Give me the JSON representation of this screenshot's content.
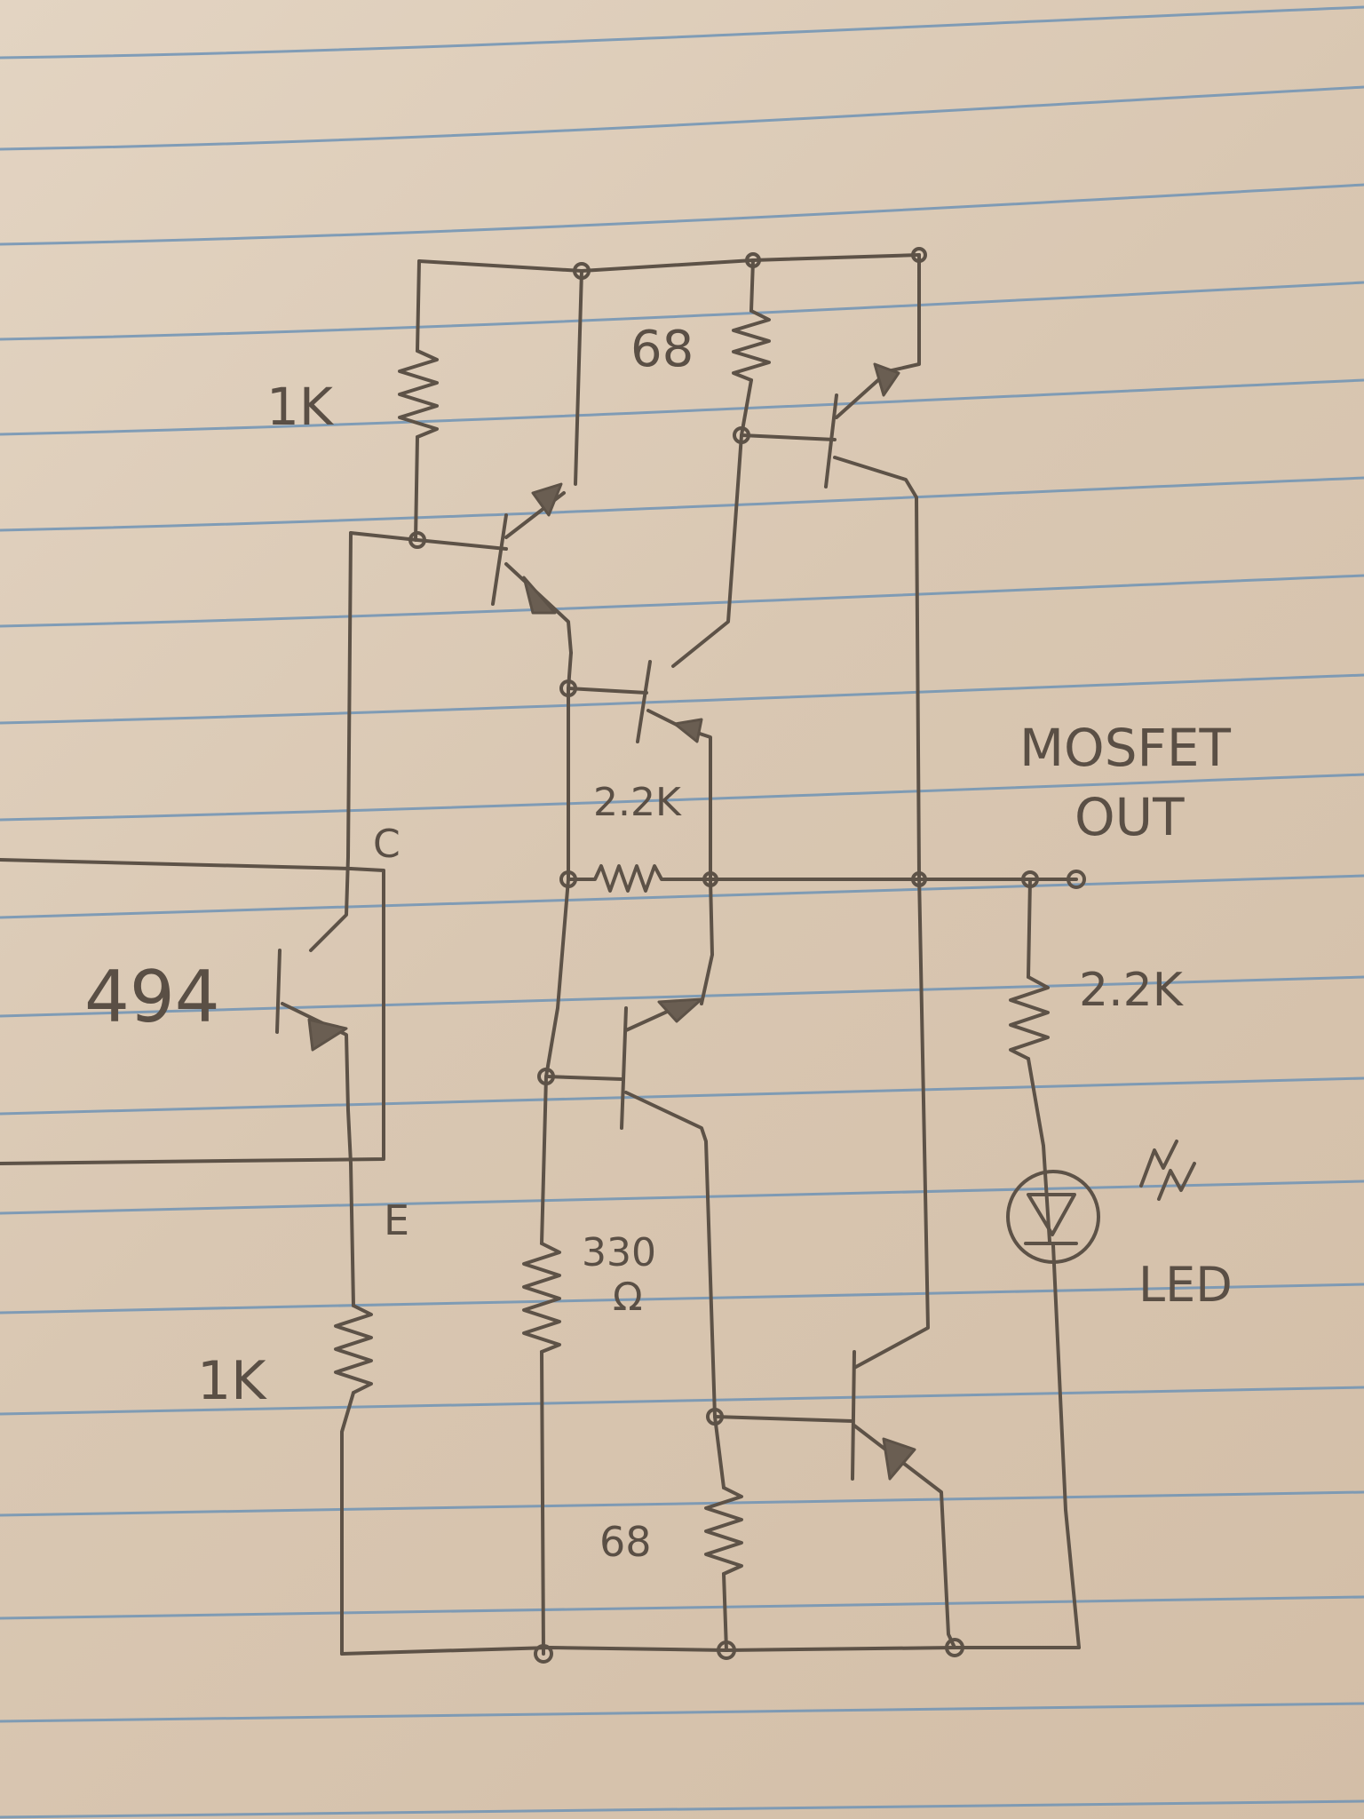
{
  "components": {
    "r_top_left": "1K",
    "r_top_mid": "68",
    "r_mid": "2.2K",
    "r_low_mid": "330",
    "r_low_mid_unit": "Ω",
    "r_bottom_mid": "68",
    "r_emitter": "1K",
    "r_led": "2.2K",
    "opto_part": "494",
    "collector_mark": "C",
    "emitter_mark": "E"
  },
  "output": {
    "line1": "MOSFET",
    "line2": "OUT"
  },
  "led_label": "LED",
  "colors": {
    "paper": "#ddccb8",
    "rule": "#6f93b5",
    "pencil": "#5d5247"
  }
}
